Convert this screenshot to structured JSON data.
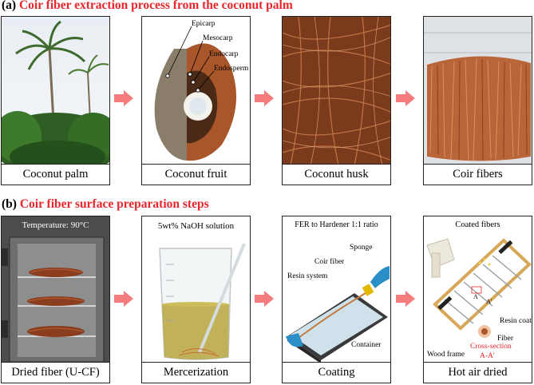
{
  "section_a": {
    "label": "(a)",
    "title": "Coir fiber extraction process from the coconut palm",
    "panels": [
      {
        "caption": "Coconut palm"
      },
      {
        "caption": "Coconut fruit",
        "labels": [
          "Epicarp",
          "Mesocarp",
          "Endocarp",
          "Endosperm"
        ]
      },
      {
        "caption": "Coconut husk"
      },
      {
        "caption": "Coir fibers"
      }
    ]
  },
  "section_b": {
    "label": "(b)",
    "title": "Coir fiber surface preparation steps",
    "panels": [
      {
        "caption": "Dried fiber (U-CF)",
        "top_text": "Temperature: 90°C"
      },
      {
        "caption": "Mercerization",
        "top_text": "5wt% NaOH solution"
      },
      {
        "caption": "Coating",
        "top_text": "FER to Hardener 1:1 ratio",
        "labels": [
          "Sponge",
          "Coir fiber",
          "Resin system",
          "Container"
        ]
      },
      {
        "caption": "Hot air dried",
        "top_text": "Coated fibers",
        "labels": [
          "Resin coating",
          "Fiber",
          "Wood frame",
          "Cross-section",
          "A-A'",
          "A",
          "A'"
        ]
      }
    ]
  },
  "colors": {
    "title_red": "#e8262b",
    "arrow_pink": "#f47c7c"
  }
}
